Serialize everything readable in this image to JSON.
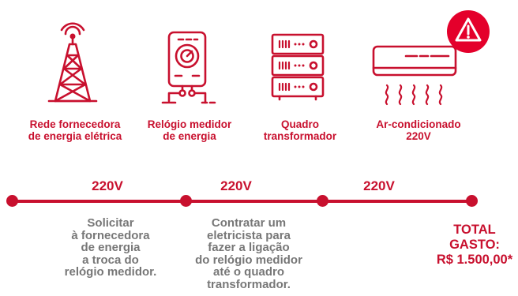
{
  "items": [
    {
      "label": "Rede fornecedora\nde energia elétrica",
      "icon": "transmission-tower-icon"
    },
    {
      "label": "Relógio medidor\nde energia",
      "icon": "energy-meter-icon"
    },
    {
      "label": "Quadro\ntransformador",
      "icon": "transformer-panel-icon"
    },
    {
      "label": "Ar-condicionado\n220V",
      "icon": "air-conditioner-icon"
    }
  ],
  "warning_icon": "warning-icon",
  "voltages": [
    "220V",
    "220V",
    "220V"
  ],
  "steps": [
    "Solicitar\nà fornecedora\nde energia\na troca do\nrelógio medidor.",
    "Contratar um\neletricista para\nfazer a ligação\ndo relógio medidor\naté o quadro\ntransformador."
  ],
  "total": "TOTAL\nGASTO:\nR$ 1.500,00*",
  "colors": {
    "accent": "#c8102e",
    "step_text": "#777777"
  }
}
